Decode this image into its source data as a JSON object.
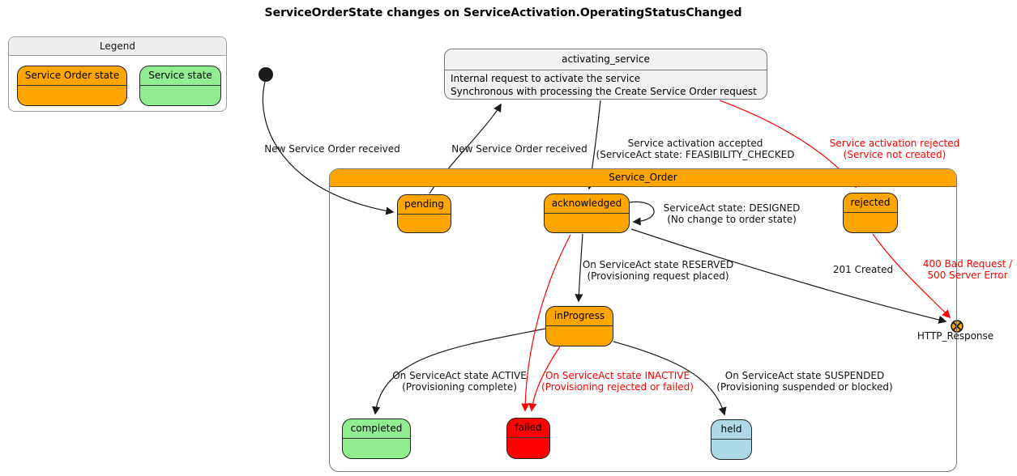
{
  "title": "ServiceOrderState changes on ServiceActivation.OperatingStatusChanged",
  "colors": {
    "service_order_state": "#FFA500",
    "service_state": "#90EE90",
    "failed_state": "#FF0000",
    "held_state": "#ADD8E6",
    "error_text": "#FF0000",
    "note_background": "#F1F1F1"
  },
  "legend": {
    "title": "Legend",
    "items": [
      {
        "label": "Service Order state",
        "color": "#FFA500"
      },
      {
        "label": "Service state",
        "color": "#90EE90"
      }
    ]
  },
  "activating_service": {
    "title": "activating_service",
    "line1": "Internal request to activate the service",
    "line2": "Synchronous with processing the Create Service Order request"
  },
  "container": {
    "title": "Service_Order"
  },
  "states": {
    "pending": {
      "label": "pending"
    },
    "acknowledged": {
      "label": "acknowledged"
    },
    "rejected": {
      "label": "rejected"
    },
    "inProgress": {
      "label": "inProgress"
    },
    "completed": {
      "label": "completed"
    },
    "failed": {
      "label": "failed"
    },
    "held": {
      "label": "held"
    }
  },
  "exit_point": {
    "label": "HTTP_Response"
  },
  "edge_labels": {
    "initial_to_pending": {
      "line1": "New Service Order received"
    },
    "pending_to_activating": {
      "line1": "New Service Order received"
    },
    "activating_to_acknowledged": {
      "line1": "Service activation accepted",
      "line2": "(ServiceAct state: FEASIBILITY_CHECKED"
    },
    "activating_to_rejected": {
      "line1": "Service activation rejected",
      "line2": "(Service not created)"
    },
    "acknowledged_self_loop": {
      "line1": "ServiceAct state: DESIGNED",
      "line2": "(No change to order state)"
    },
    "acknowledged_to_inprogress": {
      "line1": "On ServiceAct state RESERVED",
      "line2": "(Provisioning request placed)"
    },
    "acknowledged_to_exit": {
      "line1": "201 Created"
    },
    "rejected_to_exit": {
      "line1": "400 Bad Request /",
      "line2": "500 Server Error"
    },
    "inprogress_to_completed": {
      "line1": "On ServiceAct state ACTIVE",
      "line2": "(Provisioning complete)"
    },
    "to_failed": {
      "line1": "On ServiceAct state INACTIVE",
      "line2": "(Provisioning rejected or failed)"
    },
    "inprogress_to_held": {
      "line1": "On ServiceAct state SUSPENDED",
      "line2": "(Provisioning suspended or blocked)"
    }
  }
}
